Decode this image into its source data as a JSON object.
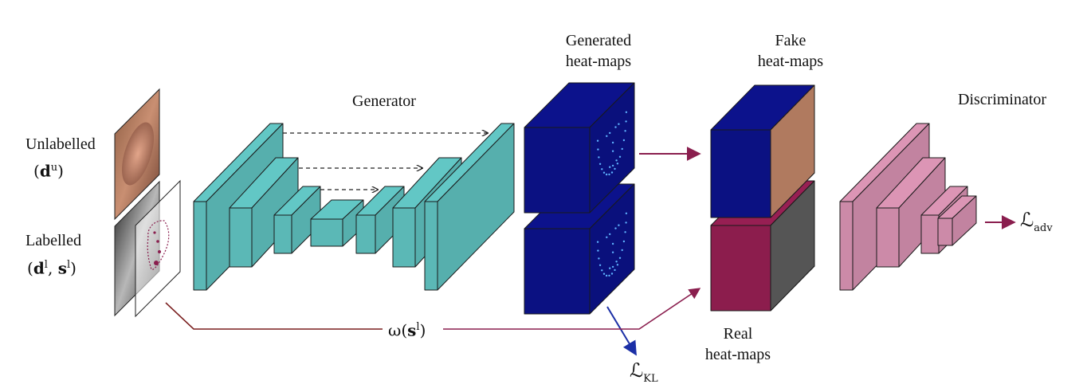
{
  "labels": {
    "unlabelled": "Unlabelled",
    "unlabelled_sym_base": "d",
    "unlabelled_sym_sup": "u",
    "labelled": "Labelled",
    "labelled_sym_d": "d",
    "labelled_sym_s": "s",
    "labelled_sup": "l",
    "generator": "Generator",
    "generated_1": "Generated",
    "generated_2": "heat-maps",
    "fake_1": "Fake",
    "fake_2": "heat-maps",
    "real_1": "Real",
    "real_2": "heat-maps",
    "discriminator": "Discriminator",
    "omega": "ω",
    "omega_s": "s",
    "omega_sup": "l",
    "loss_adv_base": "ℒ",
    "loss_adv_sub": "adv",
    "loss_kl_base": "ℒ",
    "loss_kl_sub": "KL"
  },
  "colors": {
    "generator": "#5bb8b6",
    "heatmap": "#0b1182",
    "real_block": "#8c1d4d",
    "discriminator": "#cc8aa8",
    "arrow_maroon": "#8a1e4e",
    "arrow_blue": "#1b2fa6",
    "path_dark": "#7a1f1f"
  }
}
